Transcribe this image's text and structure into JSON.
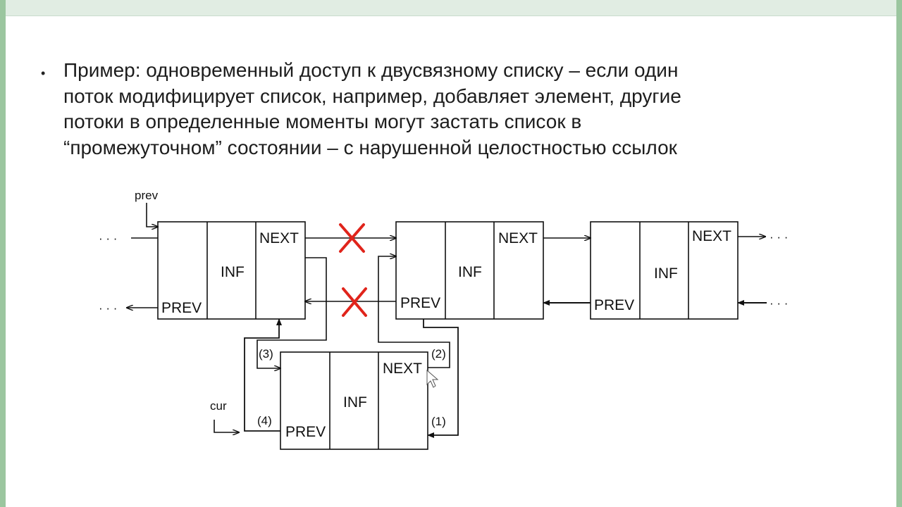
{
  "slide": {
    "bullet_lines": [
      "Пример: одновременный доступ к двусвязному списку – если один",
      "поток модифицирует список, например, добавляет элемент, другие",
      "потоки в определенные моменты могут застать список в",
      "“промежуточном” состоянии – с нарушенной целостностью ссылок"
    ]
  },
  "diagram": {
    "field_labels": {
      "next": "NEXT",
      "inf": "INF",
      "prev": "PREV"
    },
    "pointer_labels": {
      "prev": "prev",
      "cur": "cur"
    },
    "ellipsis": "· · ·",
    "steps": [
      "(1)",
      "(2)",
      "(3)",
      "(4)"
    ],
    "colors": {
      "cross": "#e0241b",
      "line": "#111111",
      "accent_band": "#9bc69f"
    }
  }
}
